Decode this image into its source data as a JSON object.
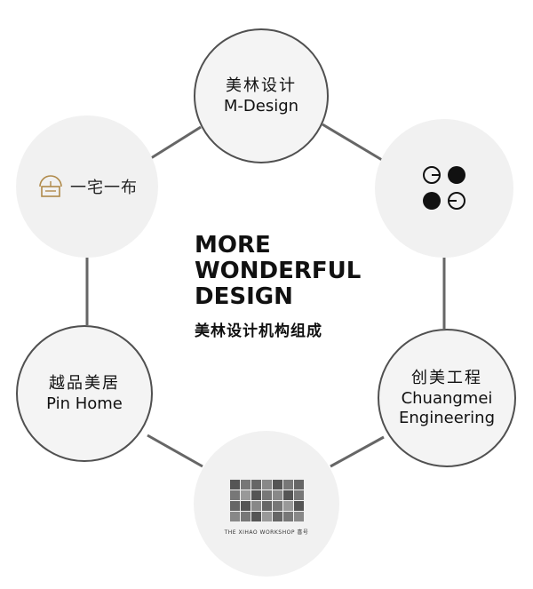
{
  "center": {
    "lines": [
      "MORE",
      "WONDERFUL",
      "DESIGN"
    ],
    "subtitle_zh": "美林设计机构组成"
  },
  "nodes": {
    "mdesign": {
      "zh": "美林设计",
      "en": "M-Design"
    },
    "gg": {
      "icon": "gg-logo-icon"
    },
    "chuangmei": {
      "zh": "创美工程",
      "en_line1": "Chuangmei",
      "en_line2": "Engineering"
    },
    "xihao": {
      "icon": "xihao-grid-logo-icon",
      "caption": "THE XIHAO WORKSHOP 喜号"
    },
    "pinhome": {
      "zh": "越品美居",
      "en": "Pin Home"
    },
    "zhai": {
      "icon": "zhai-logo-icon",
      "text": "一宅一布"
    }
  },
  "colors": {
    "outline": "#505050",
    "fill": "#f1f1f1",
    "text": "#111111",
    "logo_gold": "#b08a4a"
  }
}
